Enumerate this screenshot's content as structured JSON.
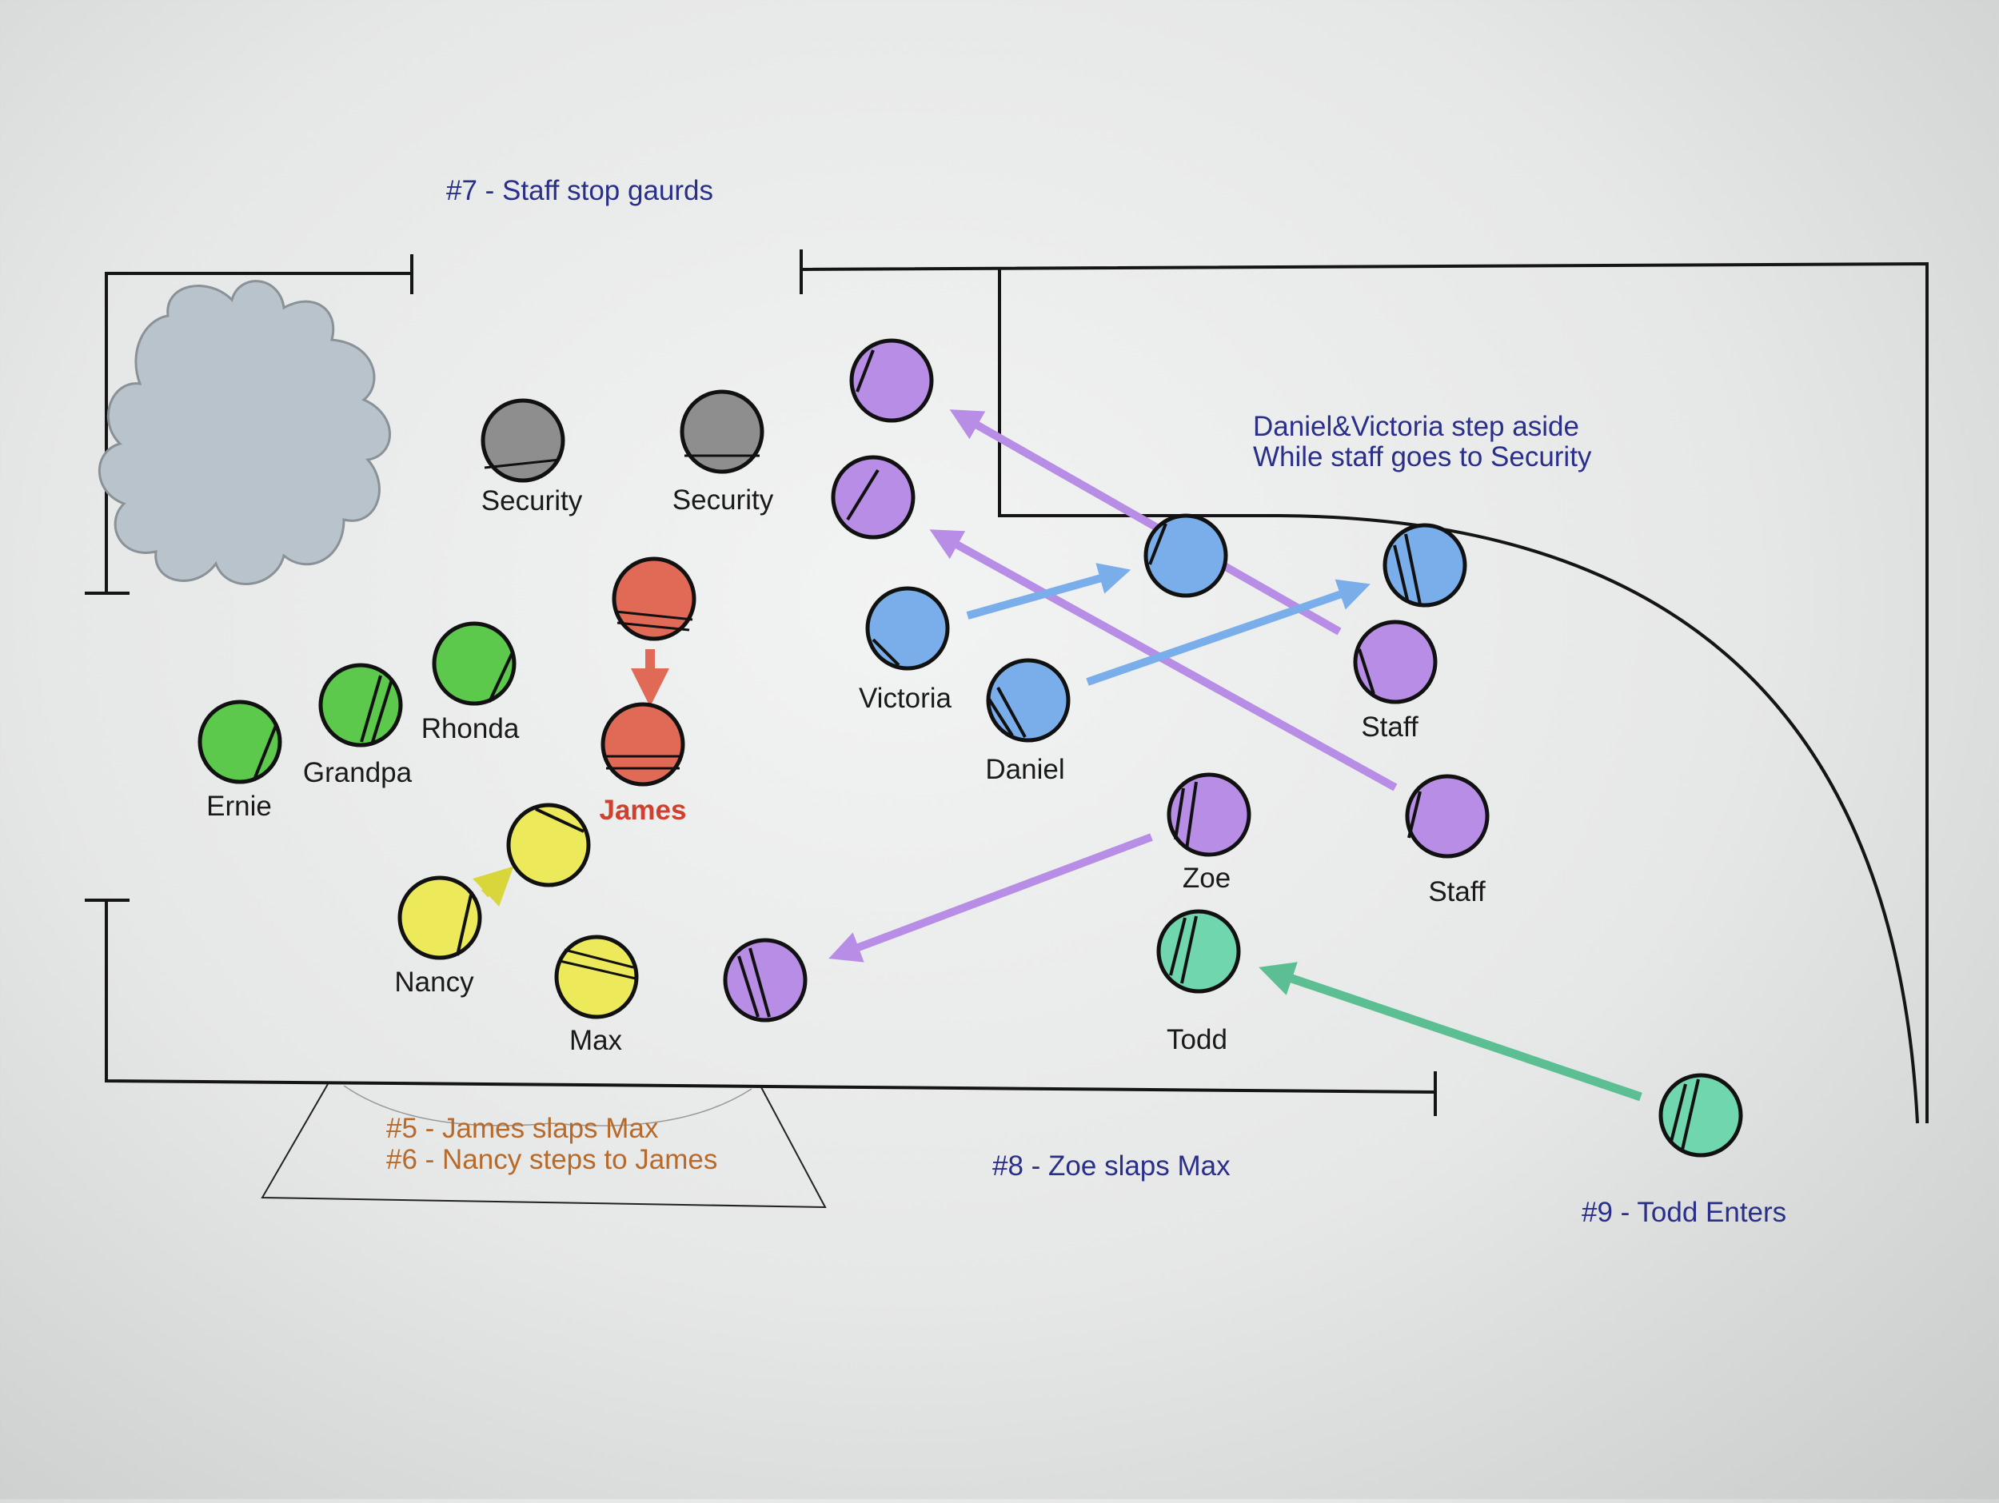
{
  "colors": {
    "ink": "#111111",
    "note_blue": "#2a2f8a",
    "note_orange": "#b86a2a",
    "green": "#5cc84c",
    "gray": "#8e8e8e",
    "red": "#e06a56",
    "yellow": "#ece95a",
    "blue": "#79aeea",
    "purple": "#b88de6",
    "teal": "#6fd6ae",
    "bush": "#b8c3cb"
  },
  "notes": {
    "staff_stop": "#7 - Staff stop gaurds",
    "aside_line1": "Daniel&Victoria step aside",
    "aside_line2": "While staff goes to Security",
    "james_slaps": "#5 - James slaps Max",
    "nancy_steps": "#6 - Nancy steps to James",
    "zoe_slaps": "#8 - Zoe slaps Max",
    "todd_enters": "#9 - Todd Enters"
  },
  "labels": {
    "security_left": "Security",
    "security_right": "Security",
    "rhonda": "Rhonda",
    "grandpa": "Grandpa",
    "ernie": "Ernie",
    "james": "James",
    "victoria": "Victoria",
    "daniel": "Daniel",
    "nancy": "Nancy",
    "max": "Max",
    "zoe": "Zoe",
    "todd": "Todd",
    "staff_upper": "Staff",
    "staff_lower": "Staff"
  },
  "icons": {
    "person": "person-token-icon",
    "arrow": "movement-arrow-icon",
    "bush": "bush-icon"
  }
}
